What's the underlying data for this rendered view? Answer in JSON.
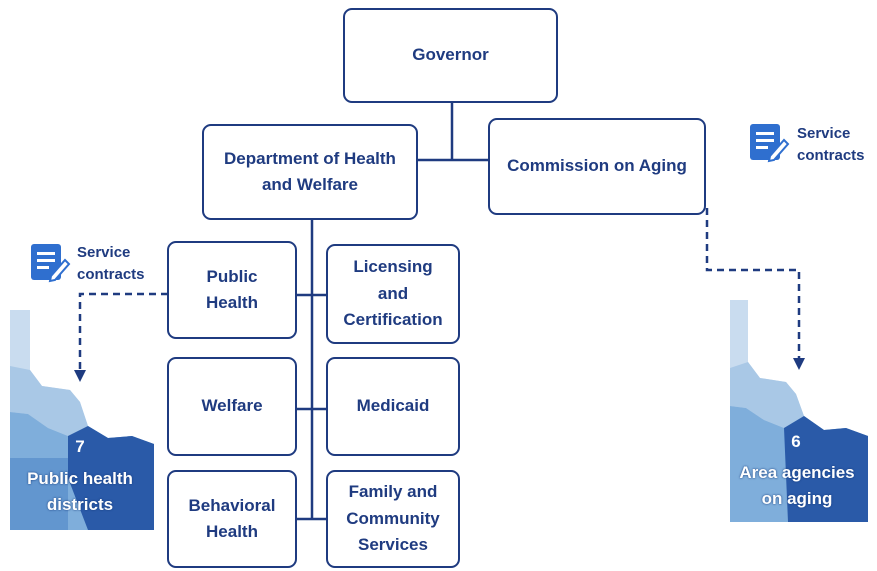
{
  "boxes": {
    "governor": "Governor",
    "dhw": "Department of Health\nand Welfare",
    "commission": "Commission on Aging",
    "public_health": "Public\nHealth",
    "licensing": "Licensing\nand\nCertification",
    "welfare": "Welfare",
    "medicaid": "Medicaid",
    "behavioral": "Behavioral\nHealth",
    "family": "Family and\nCommunity\nServices"
  },
  "left_annotation": {
    "service_label": "Service\ncontracts",
    "count": "7",
    "caption": "Public health\ndistricts",
    "icon": "document-edit-icon"
  },
  "right_annotation": {
    "service_label": "Service\ncontracts",
    "count": "6",
    "caption": "Area agencies\non aging",
    "icon": "document-edit-icon"
  },
  "colors": {
    "navy": "#1f3b80",
    "icon_blue": "#2f6fcf",
    "map_light": "#c9dcef",
    "map_mid": "#7faedb",
    "map_dark": "#2a5aa8"
  }
}
